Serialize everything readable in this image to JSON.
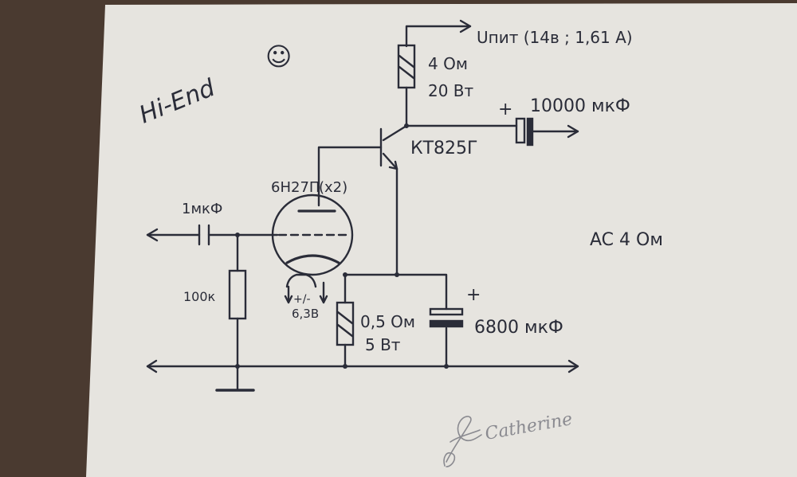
{
  "colors": {
    "desk": "#4a3a30",
    "paper": "#e6e4df",
    "ink": "#2a2c38",
    "pencil": "#8a8a90"
  },
  "labels": {
    "hi_end": "Hi-End",
    "smiley": "☺",
    "supply": "Uпит (14в ; 1,61 А)",
    "r_top_value": "4 Ом",
    "r_top_power": "20 Вт",
    "out_cap_plus": "+",
    "out_cap": "10000 мкФ",
    "transistor": "КТ825Г",
    "tube": "6Н27П",
    "tube_count": "(x2)",
    "in_cap": "1мкФ",
    "r_grid": "100к",
    "heater_sign": "+/-",
    "heater_v": "6,3В",
    "r_cath_value": "0,5 Ом",
    "r_cath_power": "5 Вт",
    "cath_cap_plus": "+",
    "cath_cap": "6800 мкФ",
    "load": "AC 4 Ом"
  },
  "signature": "Catherine"
}
